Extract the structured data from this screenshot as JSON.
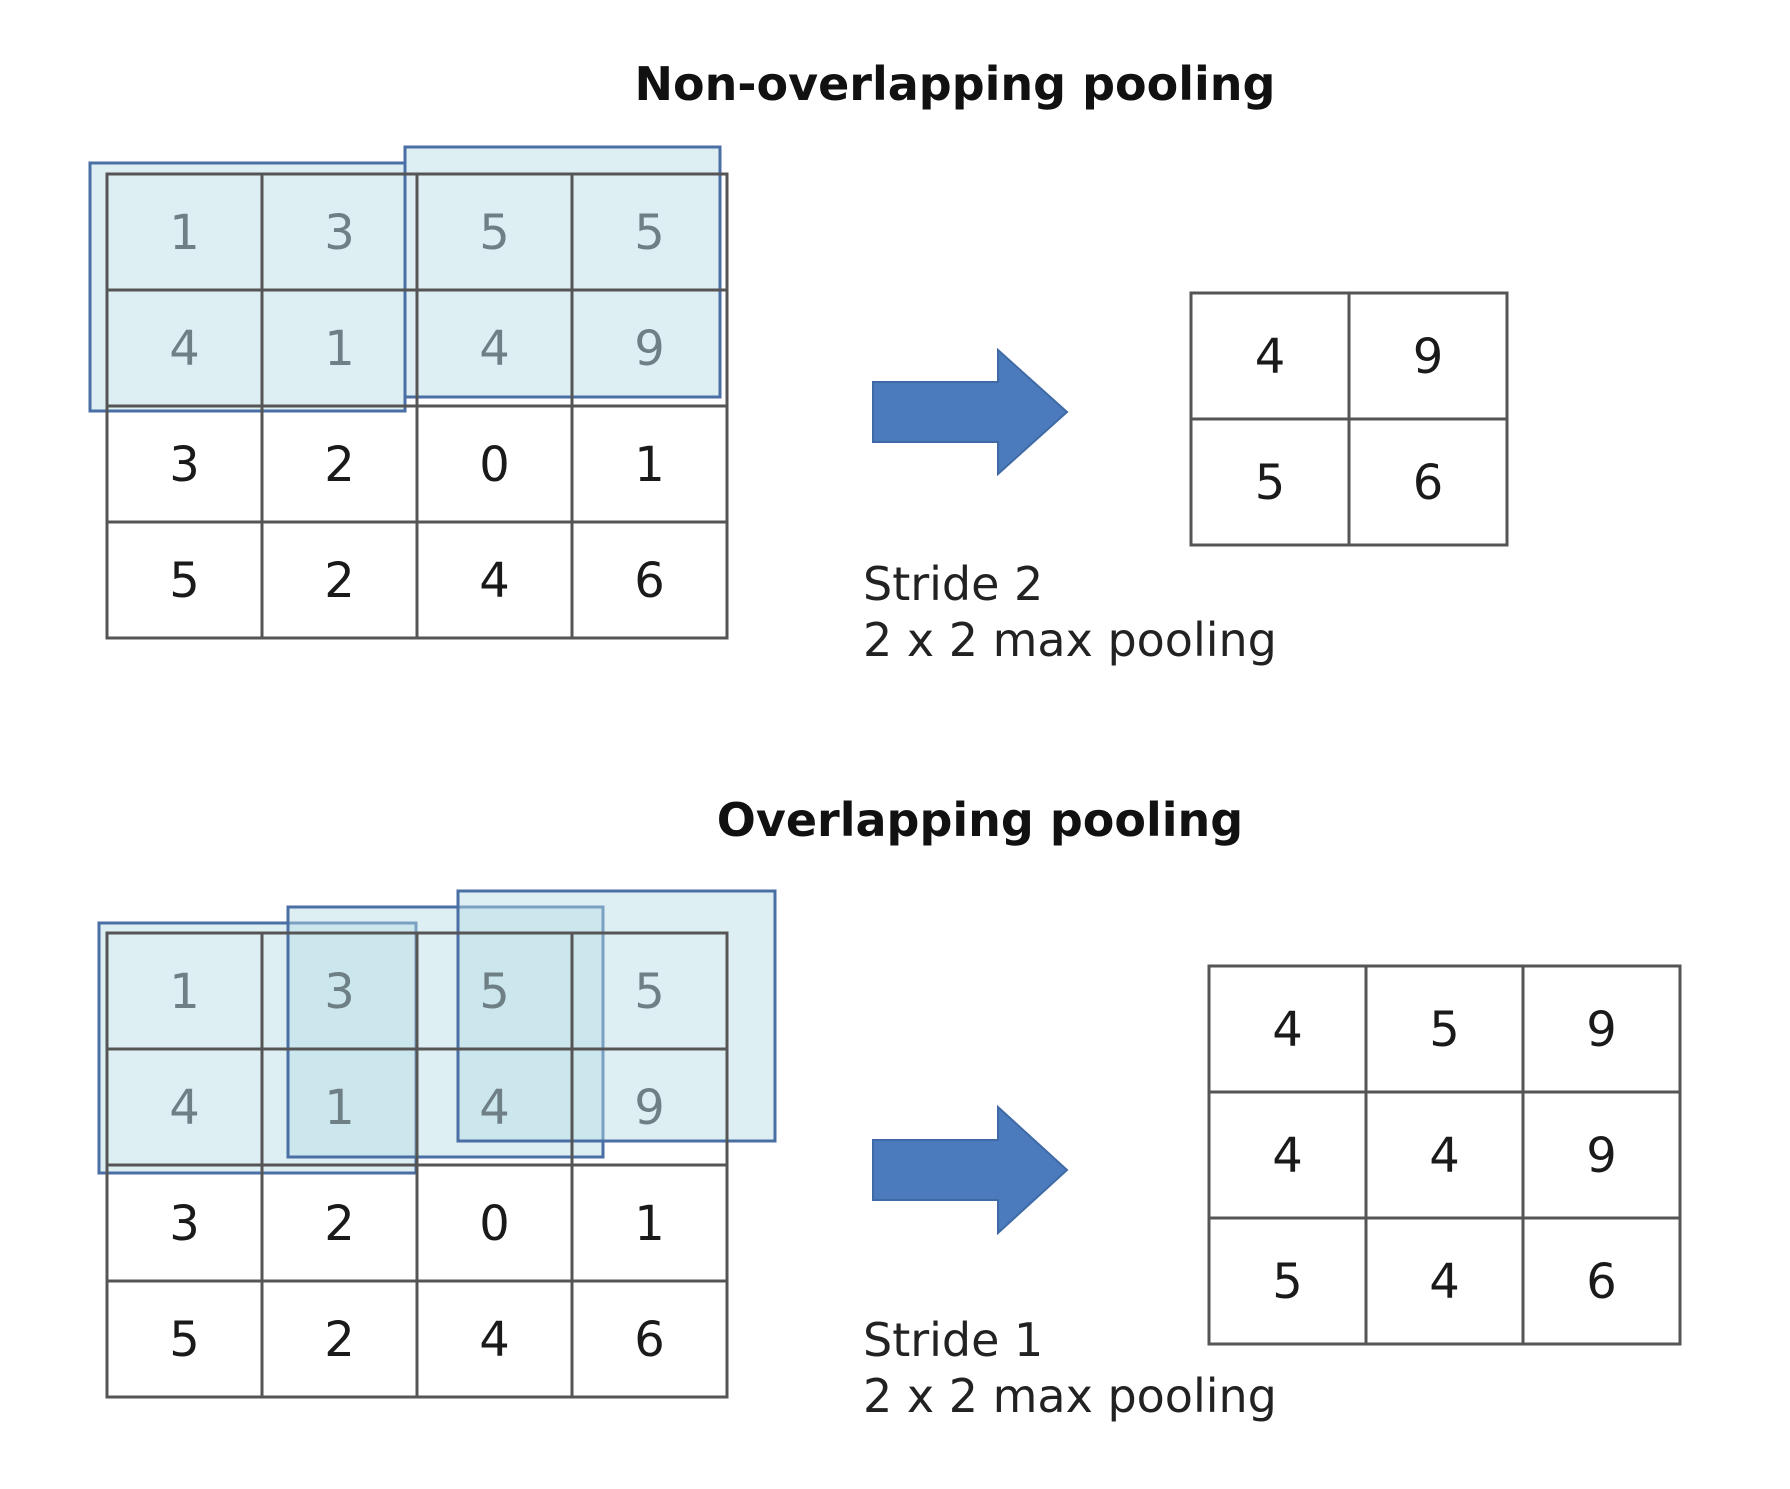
{
  "sections": [
    {
      "id": "non-overlap",
      "title": "Non-overlapping pooling",
      "input": [
        [
          1,
          3,
          5,
          5
        ],
        [
          4,
          1,
          4,
          9
        ],
        [
          3,
          2,
          0,
          1
        ],
        [
          5,
          2,
          4,
          6
        ]
      ],
      "output": [
        [
          4,
          9
        ],
        [
          5,
          6
        ]
      ],
      "stride_label": "Stride 2",
      "pool_label": "2 x 2 max pooling",
      "colors": {
        "window_fill": "#b5dbe6",
        "window_stroke": "#4a6fa5",
        "arrow": "#4b7bbd"
      }
    },
    {
      "id": "overlap",
      "title": "Overlapping pooling",
      "input": [
        [
          1,
          3,
          5,
          5
        ],
        [
          4,
          1,
          4,
          9
        ],
        [
          3,
          2,
          0,
          1
        ],
        [
          5,
          2,
          4,
          6
        ]
      ],
      "output": [
        [
          4,
          5,
          9
        ],
        [
          4,
          4,
          9
        ],
        [
          5,
          4,
          6
        ]
      ],
      "stride_label": "Stride 1",
      "pool_label": "2 x 2 max pooling",
      "colors": {
        "window_fill": "#b5dbe6",
        "window_stroke": "#4a6fa5",
        "arrow": "#4b7bbd"
      }
    }
  ]
}
